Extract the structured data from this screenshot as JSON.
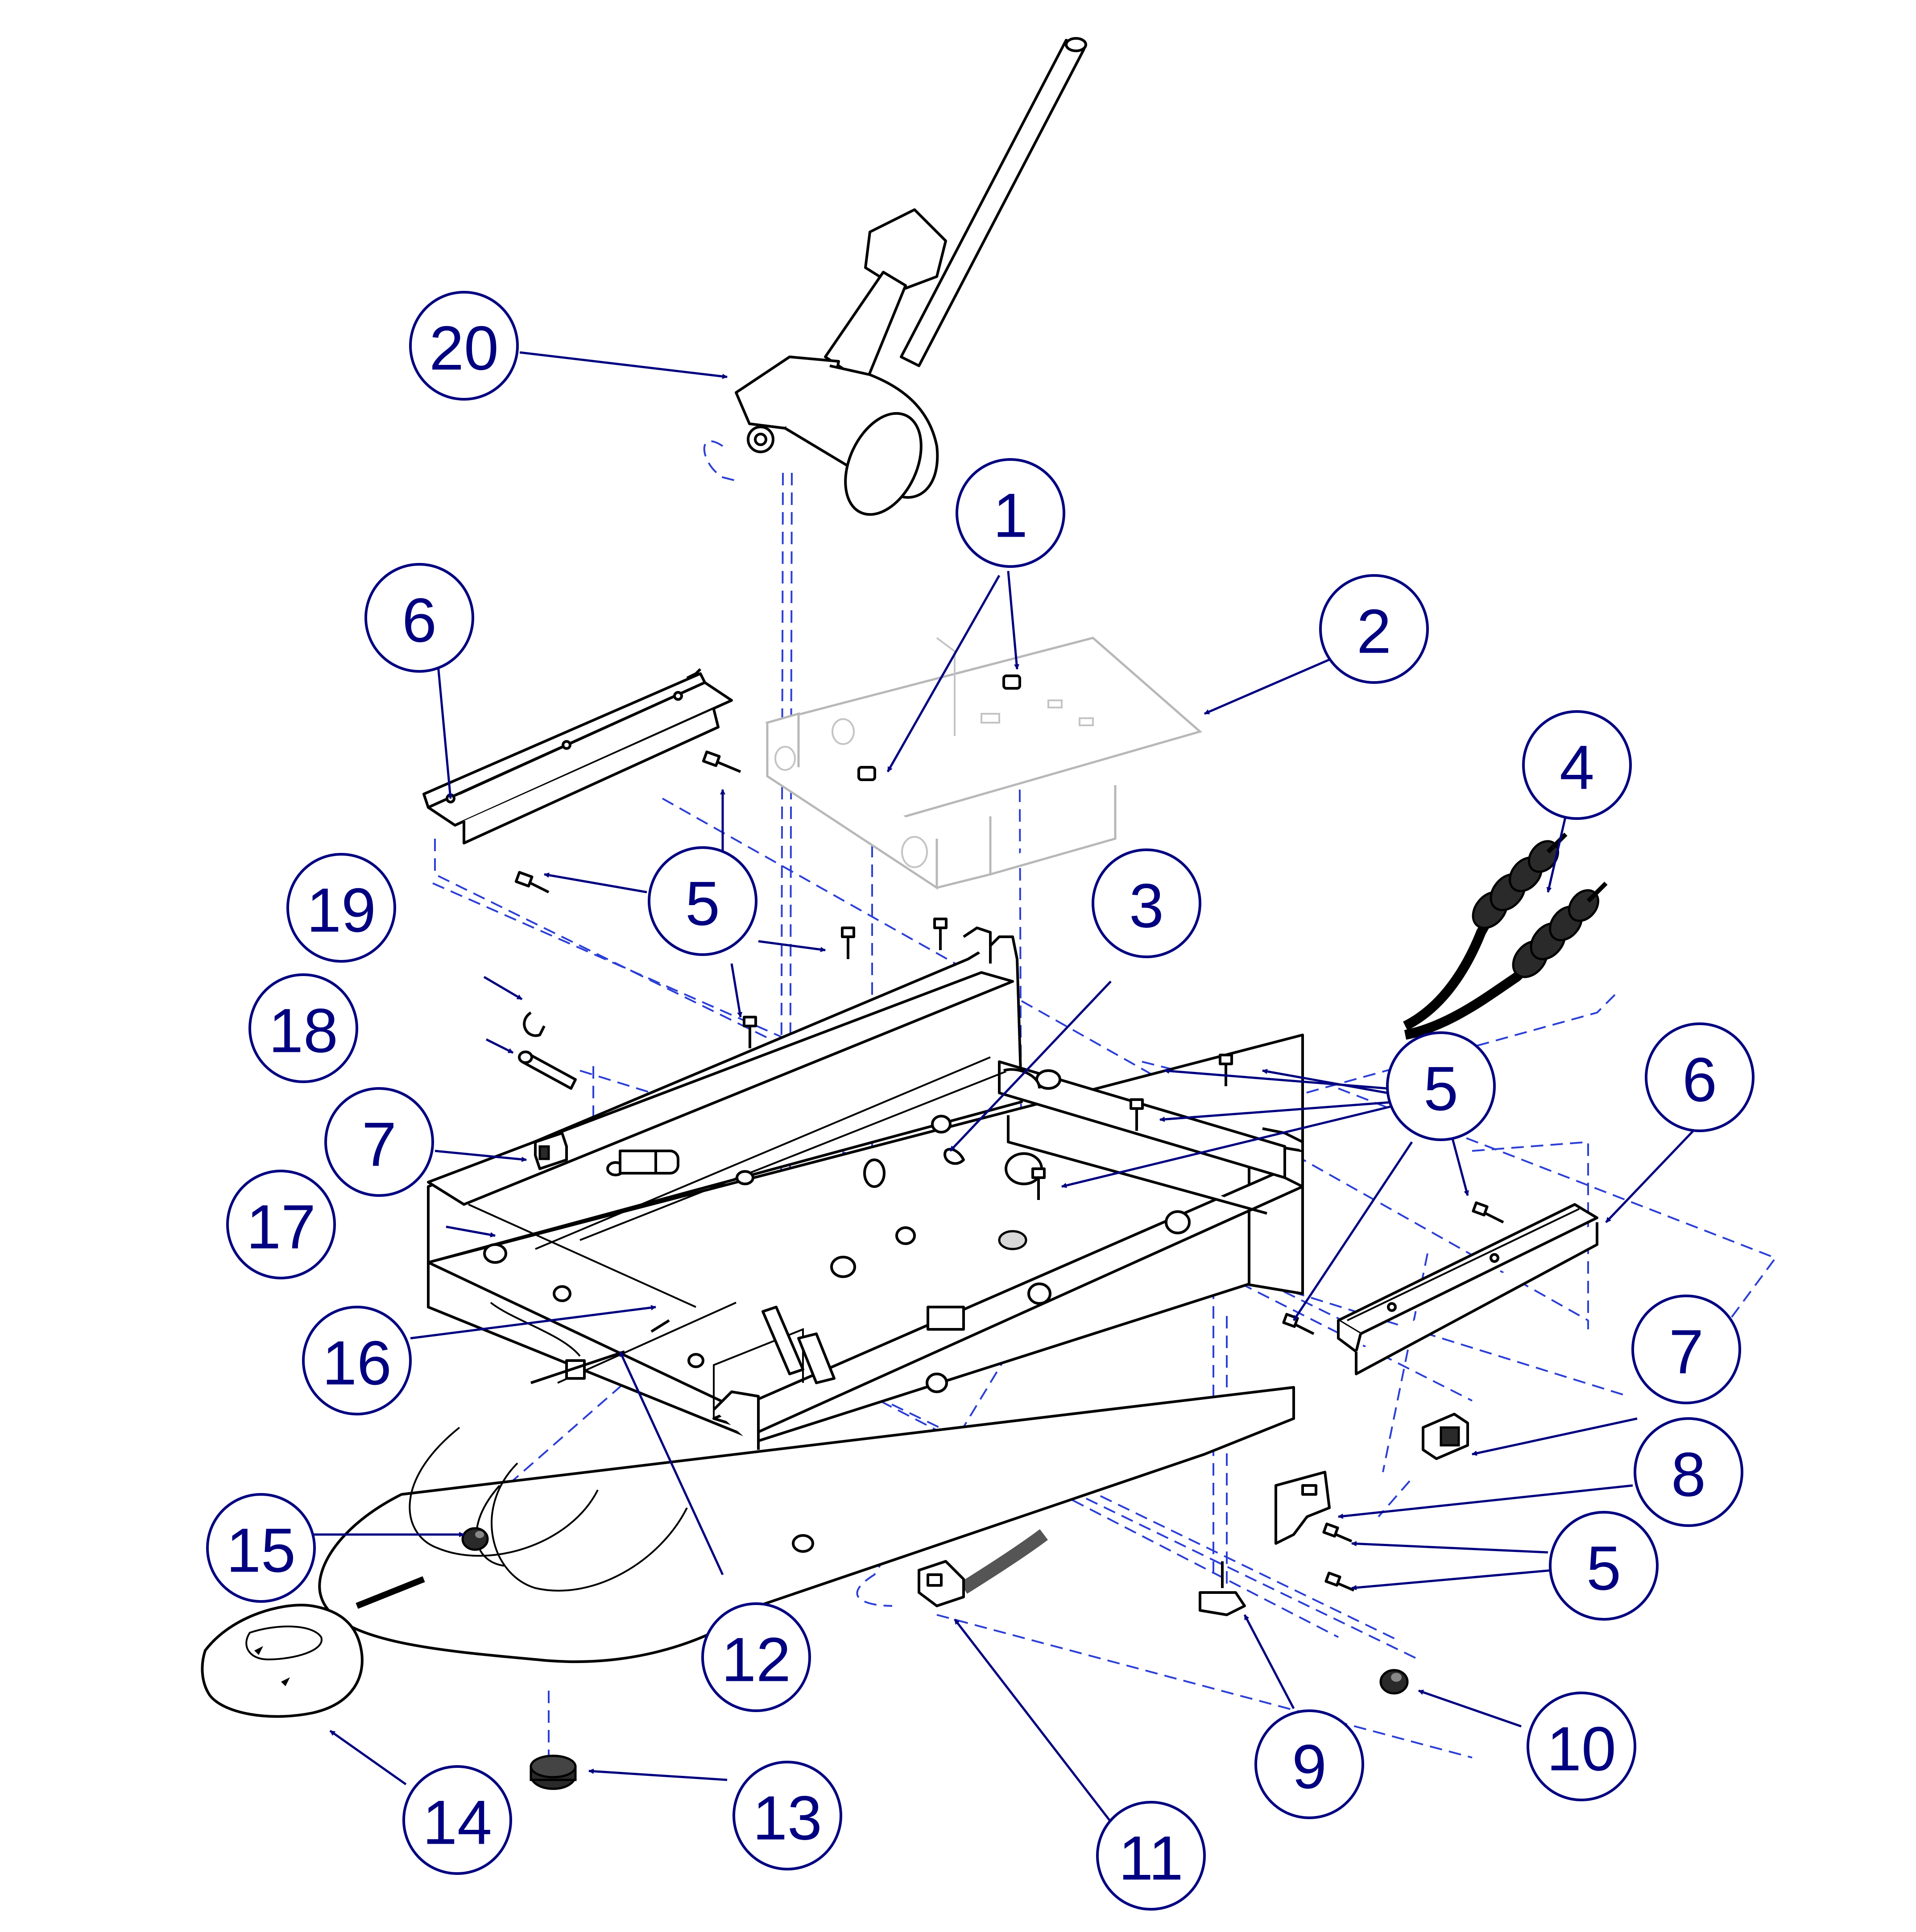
{
  "callouts": [
    {
      "id": "c20",
      "label": "20"
    },
    {
      "id": "c1",
      "label": "1"
    },
    {
      "id": "c6a",
      "label": "6"
    },
    {
      "id": "c2",
      "label": "2"
    },
    {
      "id": "c4",
      "label": "4"
    },
    {
      "id": "c19",
      "label": "19"
    },
    {
      "id": "c5a",
      "label": "5"
    },
    {
      "id": "c3",
      "label": "3"
    },
    {
      "id": "c18",
      "label": "18"
    },
    {
      "id": "c5b",
      "label": "5"
    },
    {
      "id": "c6b",
      "label": "6"
    },
    {
      "id": "c7a",
      "label": "7"
    },
    {
      "id": "c17",
      "label": "17"
    },
    {
      "id": "c16",
      "label": "16"
    },
    {
      "id": "c7b",
      "label": "7"
    },
    {
      "id": "c8",
      "label": "8"
    },
    {
      "id": "c15",
      "label": "15"
    },
    {
      "id": "c5c",
      "label": "5"
    },
    {
      "id": "c12",
      "label": "12"
    },
    {
      "id": "c10",
      "label": "10"
    },
    {
      "id": "c9",
      "label": "9"
    },
    {
      "id": "c14",
      "label": "14"
    },
    {
      "id": "c13",
      "label": "13"
    },
    {
      "id": "c11",
      "label": "11"
    }
  ],
  "colors": {
    "callout": "#000080",
    "dashed_guides": "#2b3fd6",
    "ghost_part": "#b8b8b8",
    "linework": "#000000"
  }
}
